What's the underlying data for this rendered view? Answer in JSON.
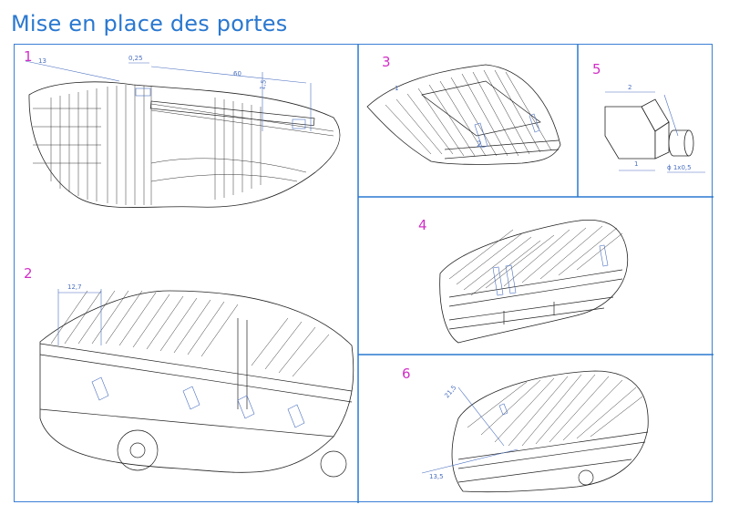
{
  "title": "Mise en place des portes",
  "colors": {
    "title": "#2a78d0",
    "frame": "#3a7fd6",
    "step_number": "#d12fc6",
    "dimension": "#4a6fc0",
    "drawing": "#1a1a1a"
  },
  "panels": [
    {
      "step": "1",
      "dimensions": [
        "13",
        "0,25",
        "60",
        "1,5"
      ]
    },
    {
      "step": "2",
      "dimensions": [
        "12,7"
      ]
    },
    {
      "step": "3",
      "labels": [
        "1",
        "2"
      ]
    },
    {
      "step": "4",
      "dimensions": []
    },
    {
      "step": "5",
      "dimensions": [
        "2",
        "1",
        "ϕ 1x0,5"
      ]
    },
    {
      "step": "6",
      "dimensions": [
        "21,5",
        "13,5"
      ]
    }
  ]
}
